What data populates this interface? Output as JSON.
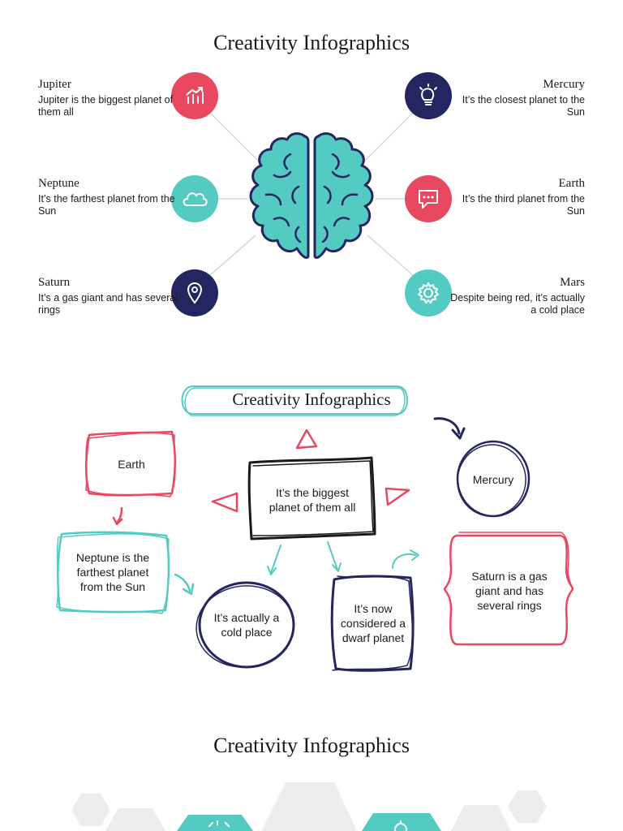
{
  "section1": {
    "title": "Creativity Infographics",
    "items": [
      {
        "name": "Jupiter",
        "desc": "Jupiter is the biggest planet of them all",
        "icon": "chart-icon"
      },
      {
        "name": "Neptune",
        "desc": "It’s the farthest planet from the Sun",
        "icon": "cloud-icon"
      },
      {
        "name": "Saturn",
        "desc": "It’s a gas giant and has several rings",
        "icon": "location-pin-icon"
      },
      {
        "name": "Mercury",
        "desc": "It’s the closest planet to the Sun",
        "icon": "lightbulb-icon"
      },
      {
        "name": "Earth",
        "desc": "It’s the third planet from the Sun",
        "icon": "chat-bubble-icon"
      },
      {
        "name": "Mars",
        "desc": "Despite being red, it’s actually a cold place",
        "icon": "gear-icon"
      }
    ]
  },
  "section2": {
    "title": "Creativity Infographics",
    "center": "It’s the biggest planet of them all",
    "earth": "Earth",
    "mercury": "Mercury",
    "neptune": "Neptune is the farthest planet from the Sun",
    "cold": "It’s actually a cold place",
    "dwarf": "It’s now considered a dwarf planet",
    "saturn": "Saturn is a gas giant and has several rings"
  },
  "section3": {
    "title": "Creativity Infographics"
  },
  "colors": {
    "red": "#e84960",
    "teal": "#54cbc2",
    "navy": "#252560",
    "gray": "#ececec"
  }
}
